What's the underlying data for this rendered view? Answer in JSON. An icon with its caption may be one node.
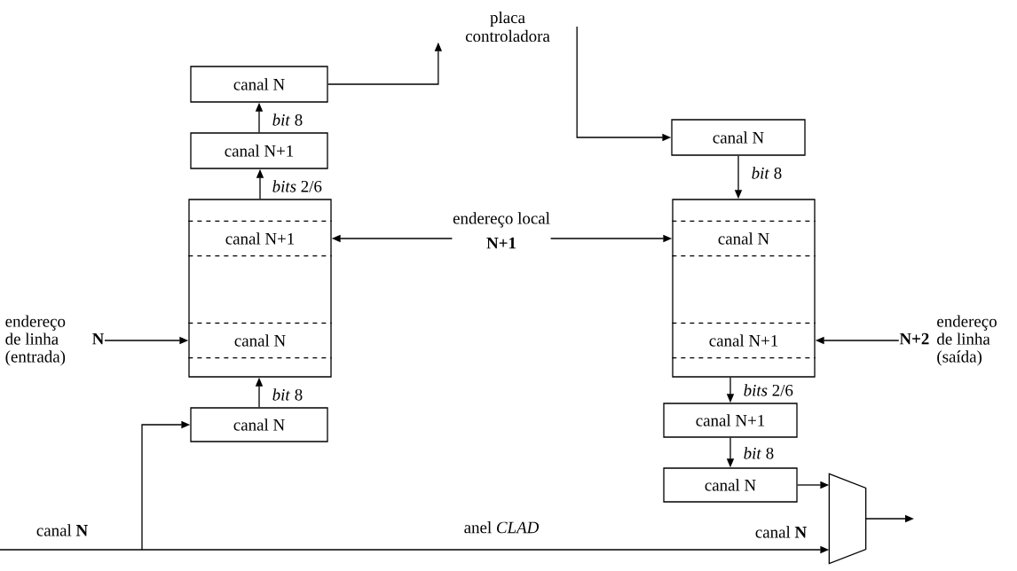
{
  "diagram": {
    "nodes": [
      {
        "text": [
          "placa controladora"
        ]
      },
      {
        "text": [
          "canal N"
        ]
      },
      {
        "text": [
          "canal N+1"
        ]
      },
      {
        "text": [],
        "shape": "box"
      },
      {
        "text": [
          "canal N+1"
        ],
        "in": 3
      },
      {
        "text": [
          "canal N"
        ],
        "in": 3
      },
      {
        "text": [
          "canal N"
        ]
      },
      {
        "text": [
          "canal N"
        ]
      },
      {
        "text": [],
        "shape": "box"
      },
      {
        "text": [
          "canal N"
        ],
        "in": 8
      },
      {
        "text": [
          "canal N+1"
        ],
        "in": 8
      },
      {
        "text": [
          "canal N+1"
        ]
      },
      {
        "text": [
          "canal N"
        ]
      },
      {
        "text": [],
        "shape": "trapezoid"
      },
      {
        "text": [
          "endereço local",
          "N+1"
        ]
      },
      {
        "text": [
          "endereço de linha (entrada)",
          "N"
        ]
      },
      {
        "text": [
          "N+2",
          "endereço de linha (saída)"
        ]
      }
    ],
    "edges": [
      {
        "from": 1,
        "to": 0,
        "arrow": "to"
      },
      {
        "from": 0,
        "to": 7,
        "arrow": "to"
      },
      {
        "from": 2,
        "to": 1,
        "arrow": "to",
        "label": "*bit* 8"
      },
      {
        "from": 3,
        "to": 2,
        "arrow": "to",
        "label": "*bits* 2/6"
      },
      {
        "from": 6,
        "to": 3,
        "arrow": "to",
        "label": "*bit* 8"
      },
      {
        "from": null,
        "to": 6,
        "arrow": "to"
      },
      {
        "from": 14,
        "to": 4,
        "arrow": "to"
      },
      {
        "from": 14,
        "to": 9,
        "arrow": "to"
      },
      {
        "from": 15,
        "to": 5,
        "arrow": "to"
      },
      {
        "from": 16,
        "to": 10,
        "arrow": "to"
      },
      {
        "from": 7,
        "to": 8,
        "arrow": "to",
        "label": "*bit* 8"
      },
      {
        "from": 8,
        "to": 11,
        "arrow": "to",
        "label": "*bits* 2/6"
      },
      {
        "from": 11,
        "to": 12,
        "arrow": "to",
        "label": "*bit* 8"
      },
      {
        "from": 12,
        "to": 13,
        "arrow": "to"
      },
      {
        "from": null,
        "to": 13,
        "arrow": "to",
        "label": "anel *CLAD*"
      },
      {
        "from": 13,
        "to": null,
        "arrow": "to"
      }
    ],
    "labels": [
      "canal **N**",
      "canal **N**"
    ]
  }
}
